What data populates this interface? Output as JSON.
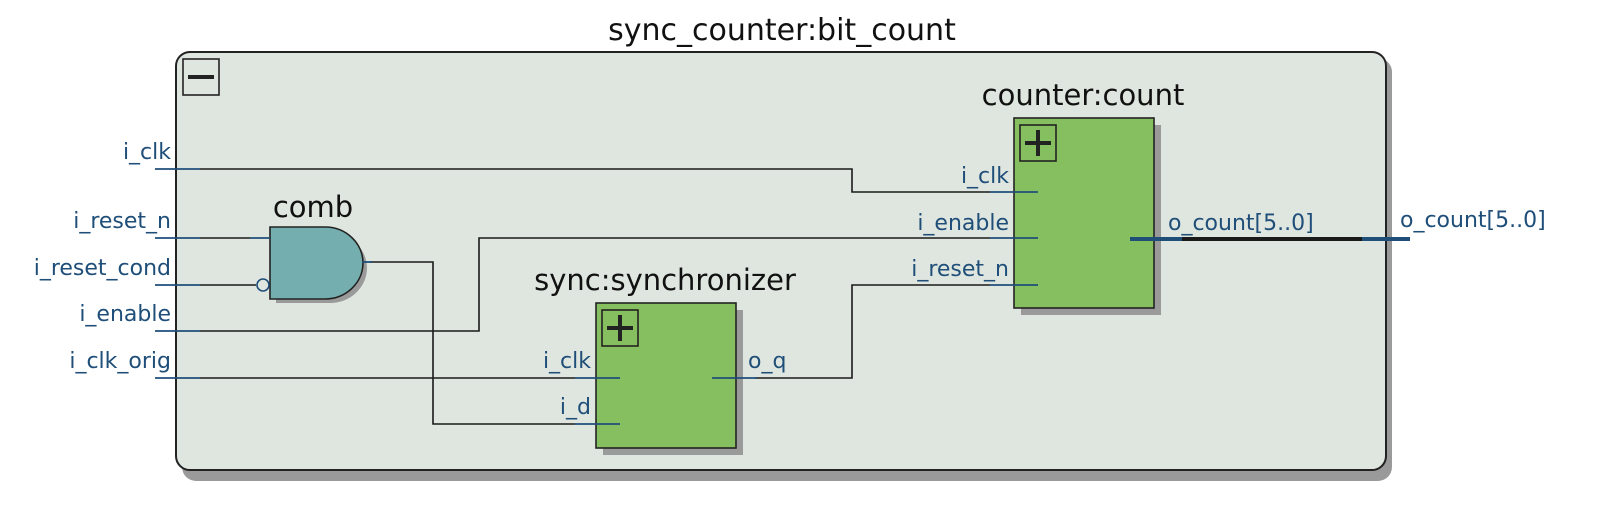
{
  "title": "sync_counter:bit_count",
  "colors": {
    "frame_fill": "#dfe6df",
    "block_fill": "#85bf5f",
    "gate_fill": "#74aeae",
    "wire": "#1a1a1a",
    "label": "#1f4e79"
  },
  "inputs": {
    "i_clk": "i_clk",
    "i_reset_n": "i_reset_n",
    "i_reset_cond": "i_reset_cond",
    "i_enable": "i_enable",
    "i_clk_orig": "i_clk_orig"
  },
  "gate": {
    "label": "comb",
    "icon": "and-gate-icon"
  },
  "synchronizer": {
    "title": "sync:synchronizer",
    "ports": {
      "i_clk": "i_clk",
      "i_d": "i_d",
      "o_q": "o_q"
    },
    "icon": "plus-icon"
  },
  "counter": {
    "title": "counter:count",
    "ports": {
      "i_clk": "i_clk",
      "i_enable": "i_enable",
      "i_reset_n": "i_reset_n",
      "o_count": "o_count[5..0]"
    },
    "icon": "plus-icon"
  },
  "output": {
    "o_count": "o_count[5..0]"
  },
  "collapse_icon": "minus-icon"
}
